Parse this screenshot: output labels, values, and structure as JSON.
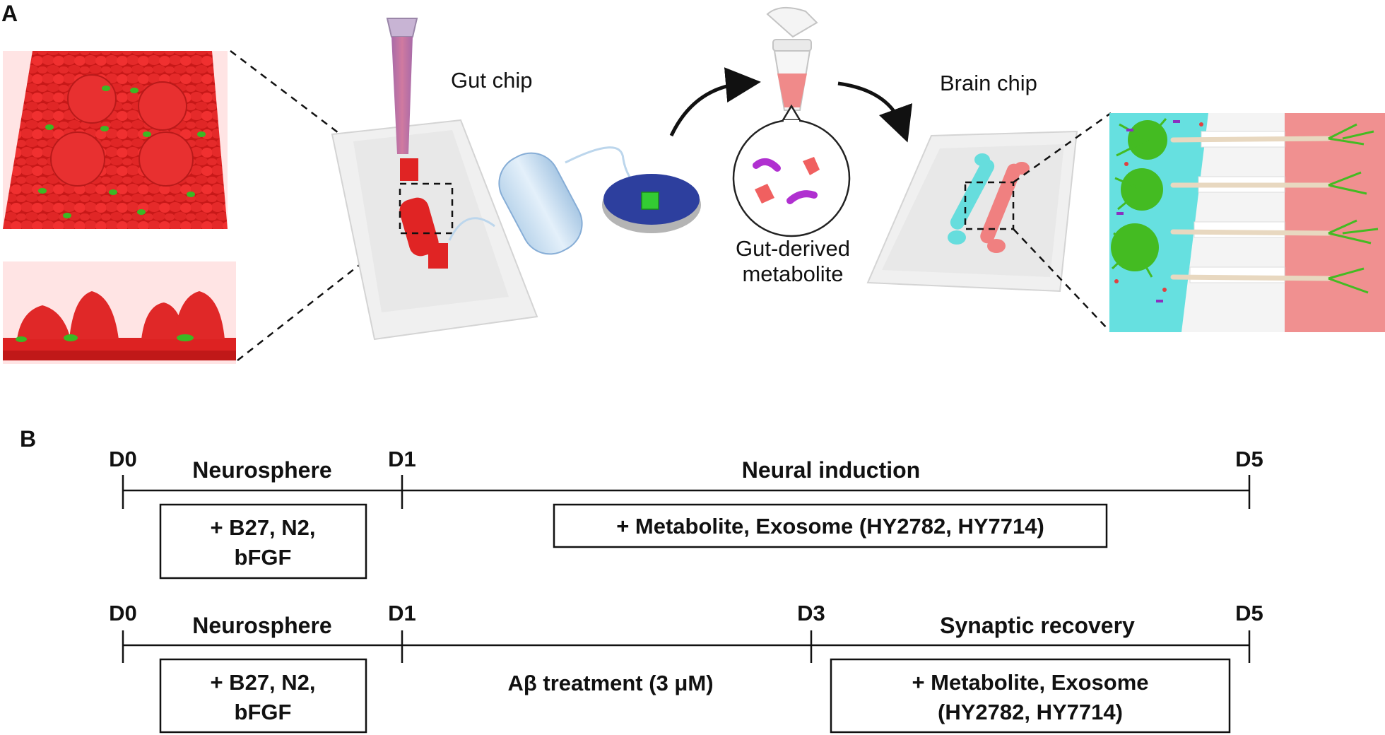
{
  "panel_a": {
    "letter": "A",
    "gut_chip_label": "Gut chip",
    "brain_chip_label": "Brain chip",
    "metabolite_label_line1": "Gut-derived",
    "metabolite_label_line2": "metabolite",
    "colors": {
      "cell_red": "#e02020",
      "cell_green": "#44bb22",
      "cyan_channel": "#66e0e0",
      "pink_channel": "#f08080",
      "blue_reservoir": "#2d3f9e"
    }
  },
  "panel_b": {
    "letter": "B",
    "row1": {
      "days": [
        "D0",
        "D1",
        "D5"
      ],
      "phase1": "Neurosphere",
      "phase2": "Neural induction",
      "box1_line1": "+ B27, N2,",
      "box1_line2": "bFGF",
      "box2": "+ Metabolite, Exosome (HY2782, HY7714)"
    },
    "row2": {
      "days": [
        "D0",
        "D1",
        "D3",
        "D5"
      ],
      "phase1": "Neurosphere",
      "phase3": "Synaptic recovery",
      "box1_line1": "+ B27, N2,",
      "box1_line2": "bFGF",
      "treatment": "Aβ treatment (3 μM)",
      "box3_line1": "+ Metabolite, Exosome",
      "box3_line2": "(HY2782, HY7714)"
    }
  }
}
